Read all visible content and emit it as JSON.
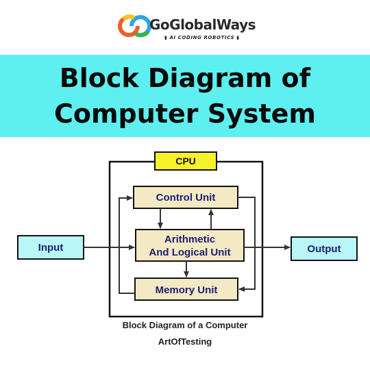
{
  "logo": {
    "brand": "GoGlobalWays",
    "tagline": "▮ AI CODING ROBOTICS ▮"
  },
  "banner": {
    "title_line1": "Block Diagram of",
    "title_line2": "Computer System",
    "color": "#5ef0f0"
  },
  "diagram": {
    "cpu_label": "CPU",
    "input_label": "Input",
    "output_label": "Output",
    "control_unit_label": "Control Unit",
    "alu_label_line1": "Arithmetic",
    "alu_label_line2": "And Logical Unit",
    "memory_unit_label": "Memory Unit",
    "caption": "Block Diagram of a Computer",
    "credit": "ArtOfTesting",
    "colors": {
      "io_box": "#b8f6f8",
      "unit_box": "#f3e9c4",
      "cpu_label_box": "#f8f22a",
      "text": "#1a2070"
    }
  }
}
